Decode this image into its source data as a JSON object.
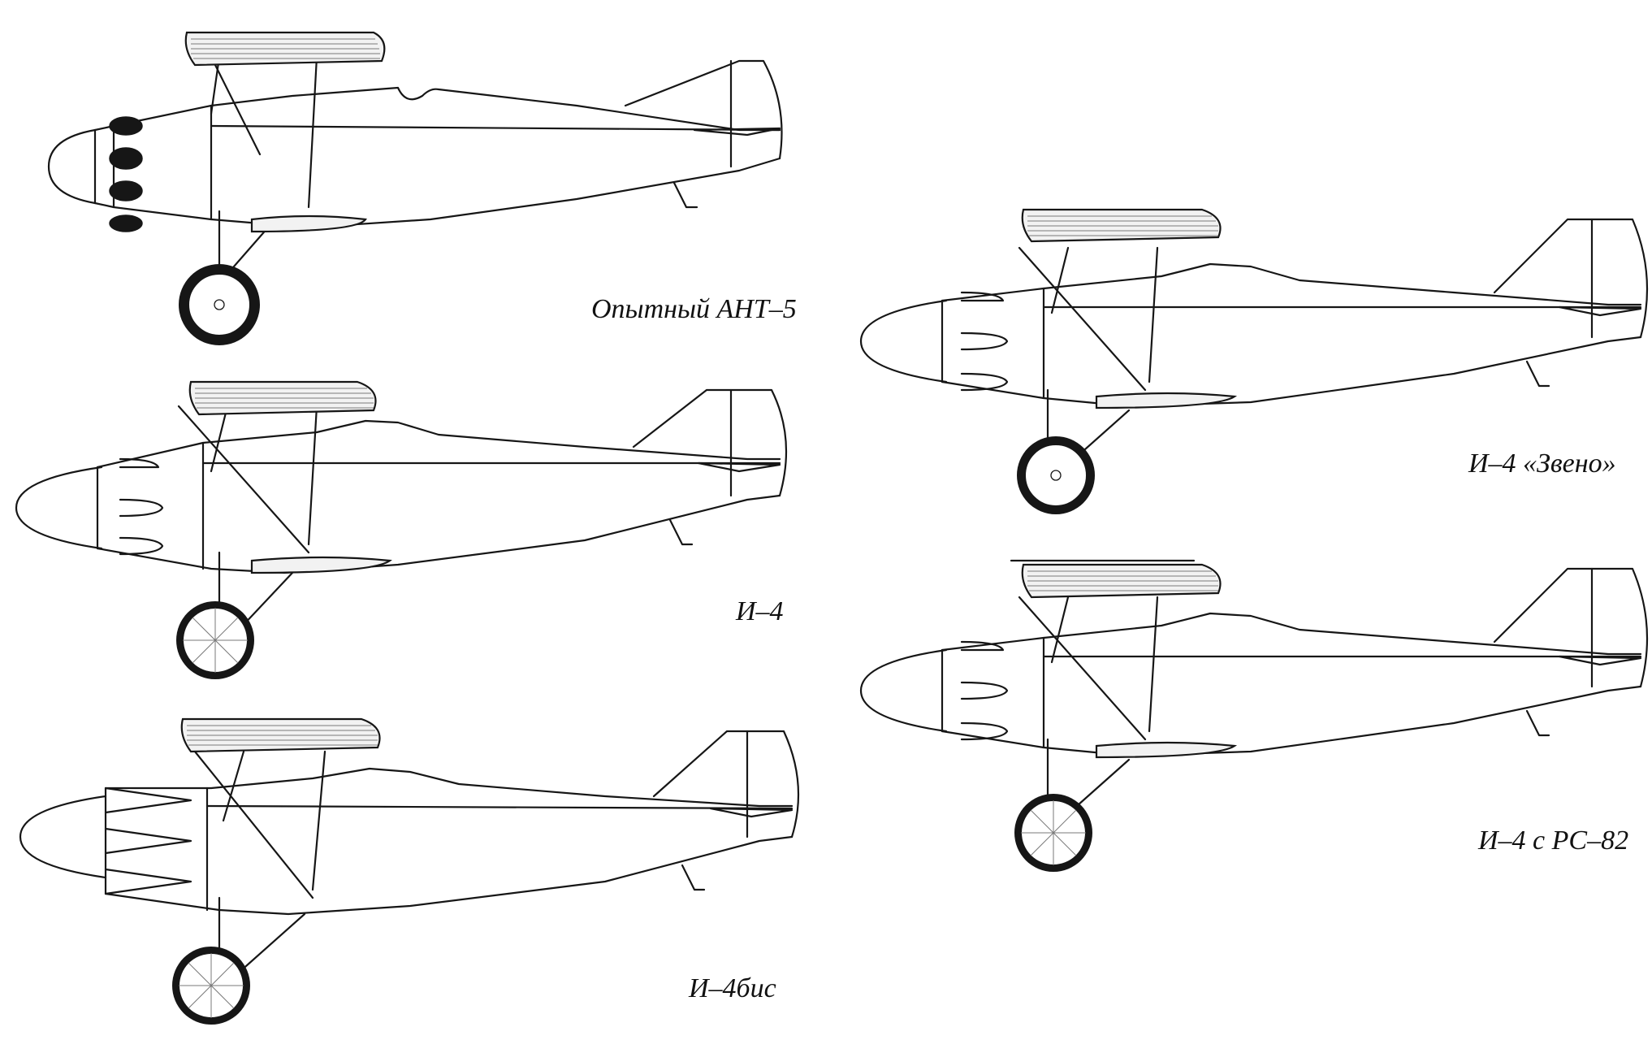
{
  "figure": {
    "panels": [
      {
        "id": "ant5",
        "caption": "Опытный АНТ–5",
        "engine_style": "exposed",
        "wheel_style": "disc",
        "rockets": false
      },
      {
        "id": "i4",
        "caption": "И–4",
        "engine_style": "helmets",
        "wheel_style": "spoked",
        "rockets": false
      },
      {
        "id": "i4bis",
        "caption": "И–4бис",
        "engine_style": "ring",
        "wheel_style": "spoked",
        "rockets": false
      },
      {
        "id": "i4zveno",
        "caption": "И–4 «Звено»",
        "engine_style": "helmets",
        "wheel_style": "disc",
        "rockets": false
      },
      {
        "id": "i4rs82",
        "caption": "И–4 с РС–82",
        "engine_style": "helmets",
        "wheel_style": "spoked",
        "rockets": true
      }
    ],
    "colors": {
      "ink": "#161616",
      "paper": "#ffffff",
      "wing_fill": "#f2f2f2"
    }
  }
}
